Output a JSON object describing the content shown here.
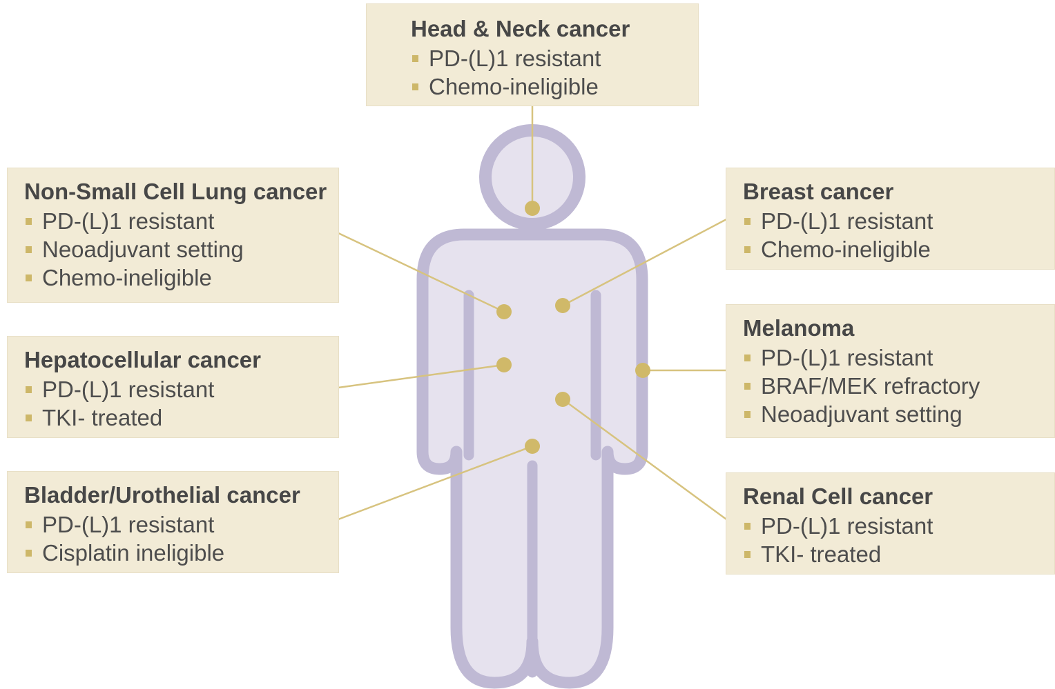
{
  "colors": {
    "body_fill": "#e6e2ee",
    "body_stroke": "#bfb9d4",
    "connector": "#d7c37f",
    "marker": "#d0b969",
    "box_fill": "#f2ebd6"
  },
  "cancers": [
    {
      "id": "head-neck",
      "title": "Head & Neck cancer",
      "items": [
        "PD-(L)1 resistant",
        "Chemo-ineligible"
      ]
    },
    {
      "id": "nsclc",
      "title": "Non-Small Cell Lung cancer",
      "items": [
        "PD-(L)1 resistant",
        "Neoadjuvant setting",
        "Chemo-ineligible"
      ]
    },
    {
      "id": "hepatocellular",
      "title": "Hepatocellular cancer",
      "items": [
        "PD-(L)1 resistant",
        "TKI- treated"
      ]
    },
    {
      "id": "bladder",
      "title": "Bladder/Urothelial cancer",
      "items": [
        "PD-(L)1 resistant",
        "Cisplatin ineligible"
      ]
    },
    {
      "id": "breast",
      "title": "Breast cancer",
      "items": [
        "PD-(L)1 resistant",
        "Chemo-ineligible"
      ]
    },
    {
      "id": "melanoma",
      "title": "Melanoma",
      "items": [
        "PD-(L)1 resistant",
        "BRAF/MEK refractory",
        "Neoadjuvant setting"
      ]
    },
    {
      "id": "renal",
      "title": "Renal Cell cancer",
      "items": [
        "PD-(L)1 resistant",
        "TKI- treated"
      ]
    }
  ]
}
